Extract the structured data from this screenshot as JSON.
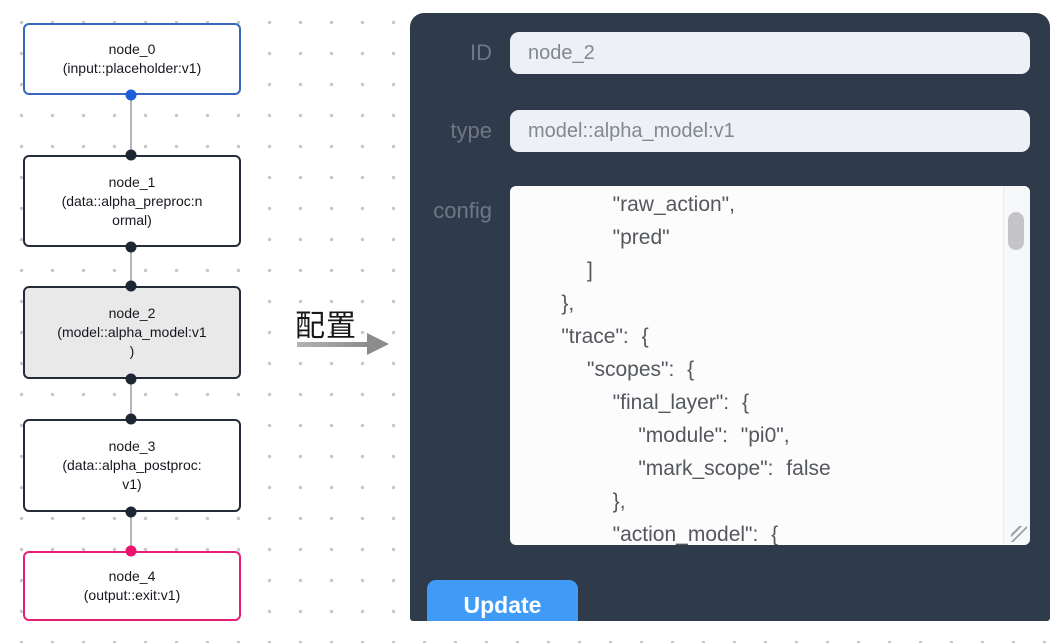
{
  "flow": {
    "nodes": [
      {
        "name": "node_0",
        "type_label": "(input::placeholder:v1)"
      },
      {
        "name": "node_1",
        "type_label": "(data::alpha_preproc:n\normal)"
      },
      {
        "name": "node_2",
        "type_label": "(model::alpha_model:v1\n)"
      },
      {
        "name": "node_3",
        "type_label": "(data::alpha_postproc:\nv1)"
      },
      {
        "name": "node_4",
        "type_label": "(output::exit:v1)"
      }
    ]
  },
  "transfer": {
    "label": "配置"
  },
  "inspector": {
    "id_label": "ID",
    "id_value": "node_2",
    "type_label": "type",
    "type_value": "model::alpha_model:v1",
    "config_label": "config",
    "config_text": "        \"raw_action\",\n        \"pred\"\n      ]\n    },\n    \"trace\": {\n      \"scopes\": {\n        \"final_layer\": {\n          \"module\": \"pi0\",\n          \"mark_scope\": false\n        },\n        \"action_model\": {",
    "update_label": "Update"
  },
  "colors": {
    "panel_bg": "#2f3a4b",
    "input_node_accent": "#3a68c0",
    "input_handle_blue": "#1f5ed9",
    "output_node_accent": "#e91e77",
    "output_handle_pink": "#ef116e",
    "selected_node_bg": "#e9e9e9",
    "node_border_dark": "#252b38",
    "update_button_blue": "#3f9bf6",
    "edge_gray": "#b6b6ba"
  }
}
